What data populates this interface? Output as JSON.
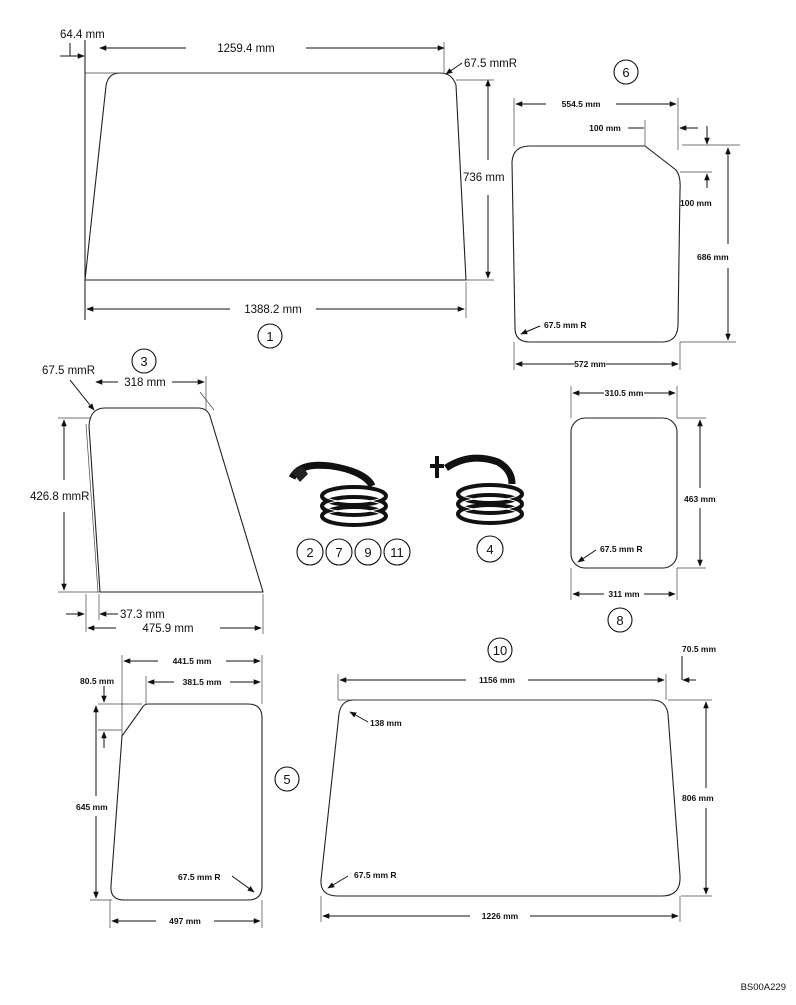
{
  "figure_code": "BS00A229",
  "panels": {
    "p1": {
      "ref": "1",
      "dims": {
        "top_offset": "64.4 mm",
        "top_width": "1259.4 mm",
        "corner_radius": "67.5 mmR",
        "height": "736 mm",
        "bottom_width": "1388.2 mm"
      }
    },
    "p6": {
      "ref": "6",
      "dims": {
        "top_width": "554.5 mm",
        "chamfer_horizontal": "100 mm",
        "chamfer_vertical": "100 mm",
        "height": "686 mm",
        "corner_radius": "67.5 mm R",
        "bottom_width": "572 mm"
      }
    },
    "p3": {
      "ref": "3",
      "dims": {
        "corner_radius": "67.5 mmR",
        "top_width": "318 mm",
        "height": "426.8 mmR",
        "bottom_offset": "37.3 mm",
        "bottom_width": "475.9 mm"
      }
    },
    "p8": {
      "ref": "8",
      "dims": {
        "top_width": "310.5 mm",
        "height": "463 mm",
        "corner_radius": "67.5 mm R",
        "bottom_width": "311 mm"
      }
    },
    "p5": {
      "ref": "5",
      "dims": {
        "overall_width": "441.5 mm",
        "chamfer_height": "80.5 mm",
        "top_width": "381.5 mm",
        "height": "645 mm",
        "corner_radius": "67.5 mm R",
        "bottom_width": "497 mm"
      }
    },
    "p10": {
      "ref": "10",
      "dims": {
        "side_offset": "70.5 mm",
        "top_width": "1156 mm",
        "chamfer": "138 mm",
        "height": "806 mm",
        "corner_radius": "67.5 mm R",
        "bottom_width": "1226 mm"
      }
    }
  },
  "seals": {
    "group_a_refs": [
      "2",
      "7",
      "9",
      "11"
    ],
    "group_b_ref": "4"
  }
}
